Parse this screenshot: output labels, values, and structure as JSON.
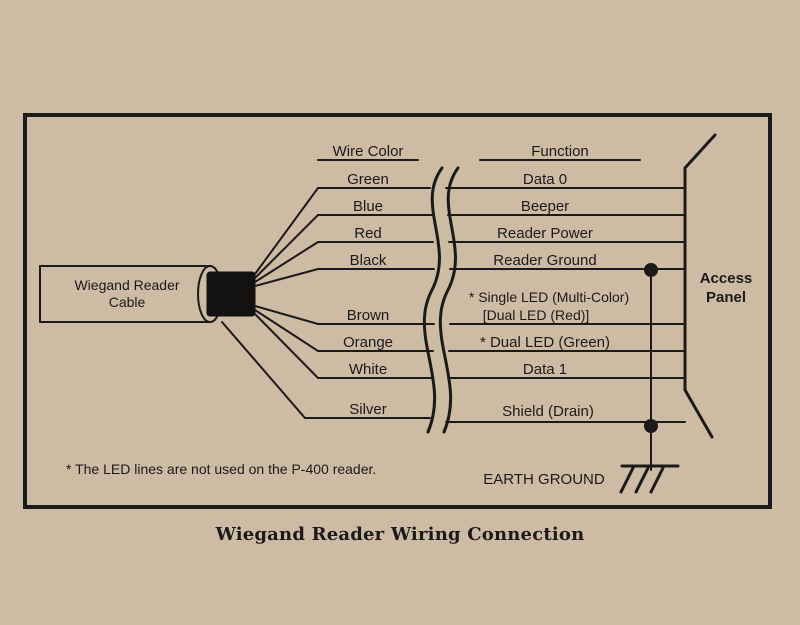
{
  "headers": {
    "wire_color": "Wire Color",
    "function": "Function"
  },
  "cable": {
    "label_line1": "Wiegand Reader",
    "label_line2": "Cable"
  },
  "wires": [
    {
      "color": "Green",
      "function": "Data 0"
    },
    {
      "color": "Blue",
      "function": "Beeper"
    },
    {
      "color": "Red",
      "function": "Reader Power"
    },
    {
      "color": "Black",
      "function": "Reader Ground"
    },
    {
      "color": "Brown",
      "function_line1": "* Single LED (Multi-Color)",
      "function_line2": "[Dual LED (Red)]"
    },
    {
      "color": "Orange",
      "function": "* Dual LED (Green)"
    },
    {
      "color": "White",
      "function": "Data 1"
    },
    {
      "color": "Silver",
      "function": "Shield (Drain)"
    }
  ],
  "panel": {
    "label_line1": "Access",
    "label_line2": "Panel"
  },
  "earth_ground": "EARTH GROUND",
  "footnote": "* The LED lines are not used on the P-400 reader.",
  "caption": "Wiegand Reader Wiring Connection"
}
